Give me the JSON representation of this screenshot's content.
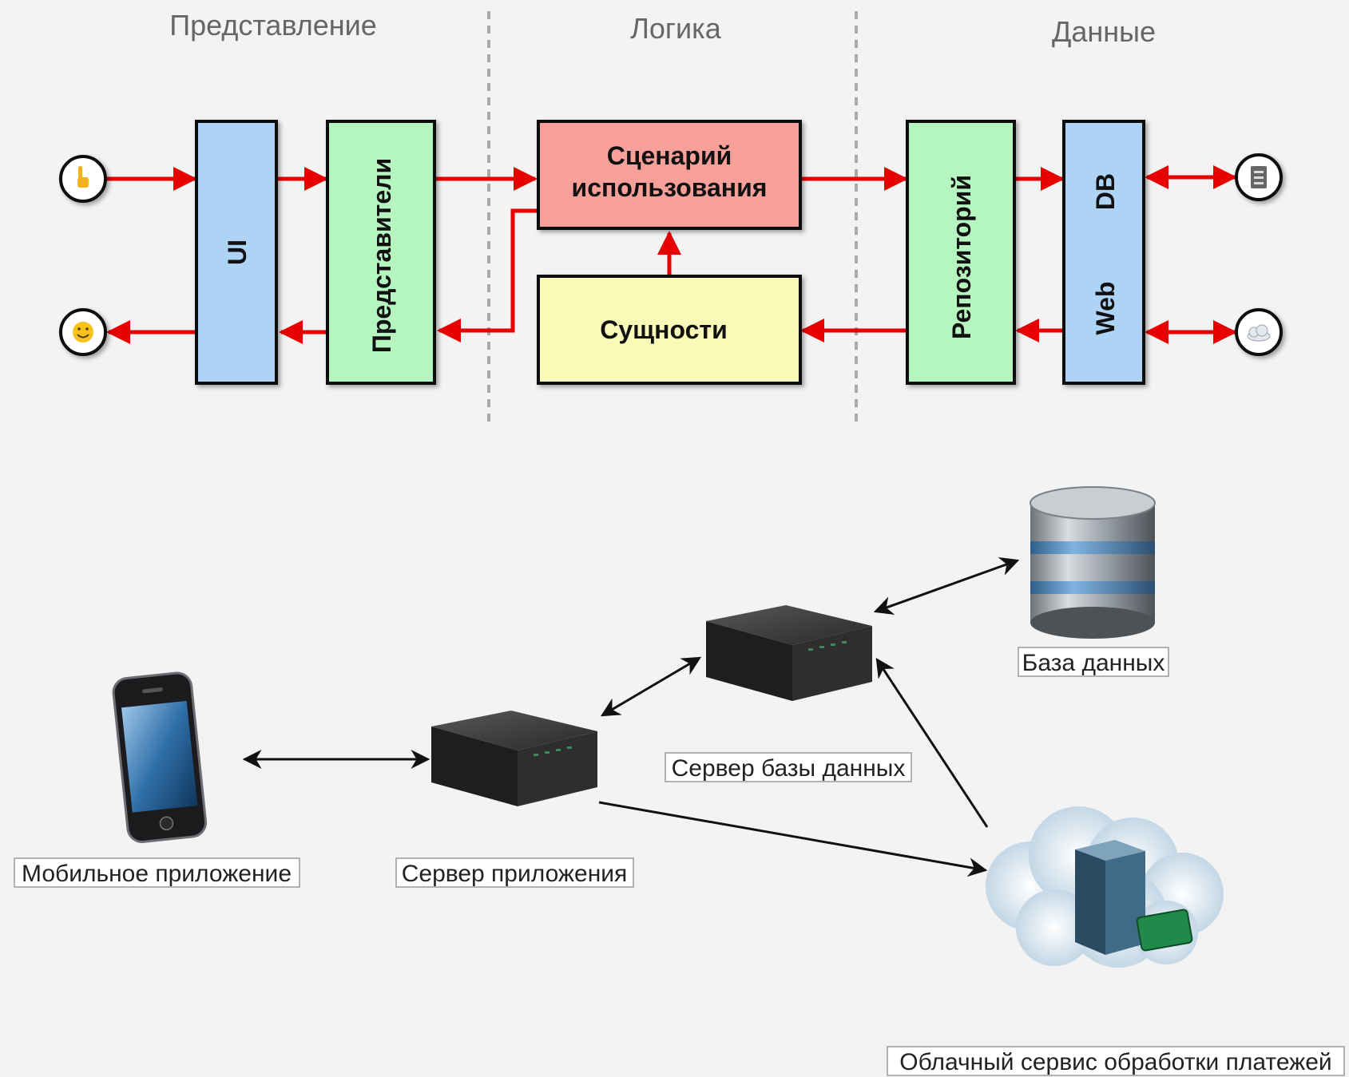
{
  "layers": {
    "presentation": "Представление",
    "logic": "Логика",
    "data": "Данные"
  },
  "boxes": {
    "ui": "UI",
    "presenters": "Представители",
    "usecase_line1": "Сценарий",
    "usecase_line2": "использования",
    "entities": "Сущности",
    "repository": "Репозиторий",
    "db": "DB",
    "web": "Web"
  },
  "endpoints": {
    "input_icon": "pointing-hand-icon",
    "output_icon": "smiley-face-icon",
    "db_icon": "database-icon",
    "web_icon": "cloud-icon"
  },
  "deployment": {
    "mobile_app": "Мобильное приложение",
    "app_server": "Сервер приложения",
    "db_server": "Сервер базы данных",
    "database": "База данных",
    "payment_cloud": "Облачный сервис обработки платежей"
  },
  "colors": {
    "flow_arrow": "#e60000",
    "ui_fill": "#aed4f5",
    "presenters_fill": "#b4f5c0",
    "usecase_fill": "#f7a09a",
    "entities_fill": "#fafab8",
    "repository_fill": "#b4f5c0",
    "datasource_fill": "#aed4f5",
    "divider": "#aaaaaa"
  }
}
